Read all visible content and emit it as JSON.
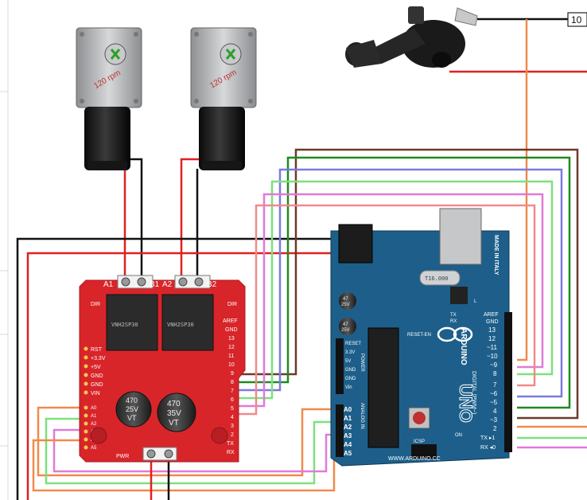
{
  "terminal_label": "10",
  "motor_shield": {
    "terminals": {
      "a1": "A1",
      "b1": "B1",
      "a2": "A2",
      "b2": "B2"
    },
    "chip_text": "VNH2SP30",
    "pins_left": [
      "RST",
      "+3.3V",
      "+5V",
      "GND",
      "GND",
      "VIN"
    ],
    "pins_right": [
      "AREF",
      "GND",
      "13",
      "12",
      "11",
      "10",
      "9",
      "8",
      "7",
      "6",
      "5",
      "4",
      "3",
      "2",
      "TX",
      "RX"
    ],
    "analog_pins": [
      "A0",
      "A1",
      "A2",
      "A3",
      "A4",
      "A5"
    ],
    "label_dir1": "DIR",
    "label_dir2": "DIR",
    "label_pwr": "PWR",
    "cap_left": {
      "line1": "470",
      "line2": "25V",
      "line3": "VT"
    },
    "cap_right": {
      "line1": "470",
      "line2": "35V",
      "line3": "VT"
    }
  },
  "arduino": {
    "logo_text": "ARDUINO",
    "model_text": "UNO",
    "made_in": "MADE IN ITALY",
    "website": "WWW.ARDUINO.CC",
    "header_digital": "DIGITAL (PWM~)",
    "header_power": "POWER",
    "header_analog": "ANALOG IN",
    "power_pins": [
      "RESET",
      "3.3V",
      "5V",
      "GND",
      "GND",
      "Vin"
    ],
    "analog_pins": [
      "A0",
      "A1",
      "A2",
      "A3",
      "A4",
      "A5"
    ],
    "digital_pins": [
      "AREF",
      "GND",
      "13",
      "12",
      "~11",
      "~10",
      "~9",
      "8",
      "7",
      "~6",
      "~5",
      "4",
      "~3",
      "2",
      "TX ▸1",
      "RX ◂0"
    ],
    "reset_label": "RESET-EN",
    "icsp_label": "ICSP",
    "tx_label": "TX",
    "rx_label": "RX",
    "on_label": "ON",
    "l_label": "L",
    "crystal_text": "T16.000",
    "cap_text_1": {
      "line1": "47",
      "line2": "25V"
    },
    "cap_text_2": {
      "line1": "47",
      "line2": "25V"
    }
  },
  "motor_1": {
    "label": "120 rpm"
  },
  "motor_2": {
    "label": "120 rpm"
  },
  "colors": {
    "red_wire": "#e02020",
    "black_wire": "#111111",
    "orange_wire": "#f08a4b",
    "brown_wire": "#6b3a2a",
    "green_wire": "#1f8a1f",
    "blue_wire": "#7a7ae0",
    "lightgreen_wire": "#7ee07e",
    "pink_wire": "#e07ad8",
    "shield_red": "#d8252a",
    "arduino_blue": "#1d5f8a"
  }
}
